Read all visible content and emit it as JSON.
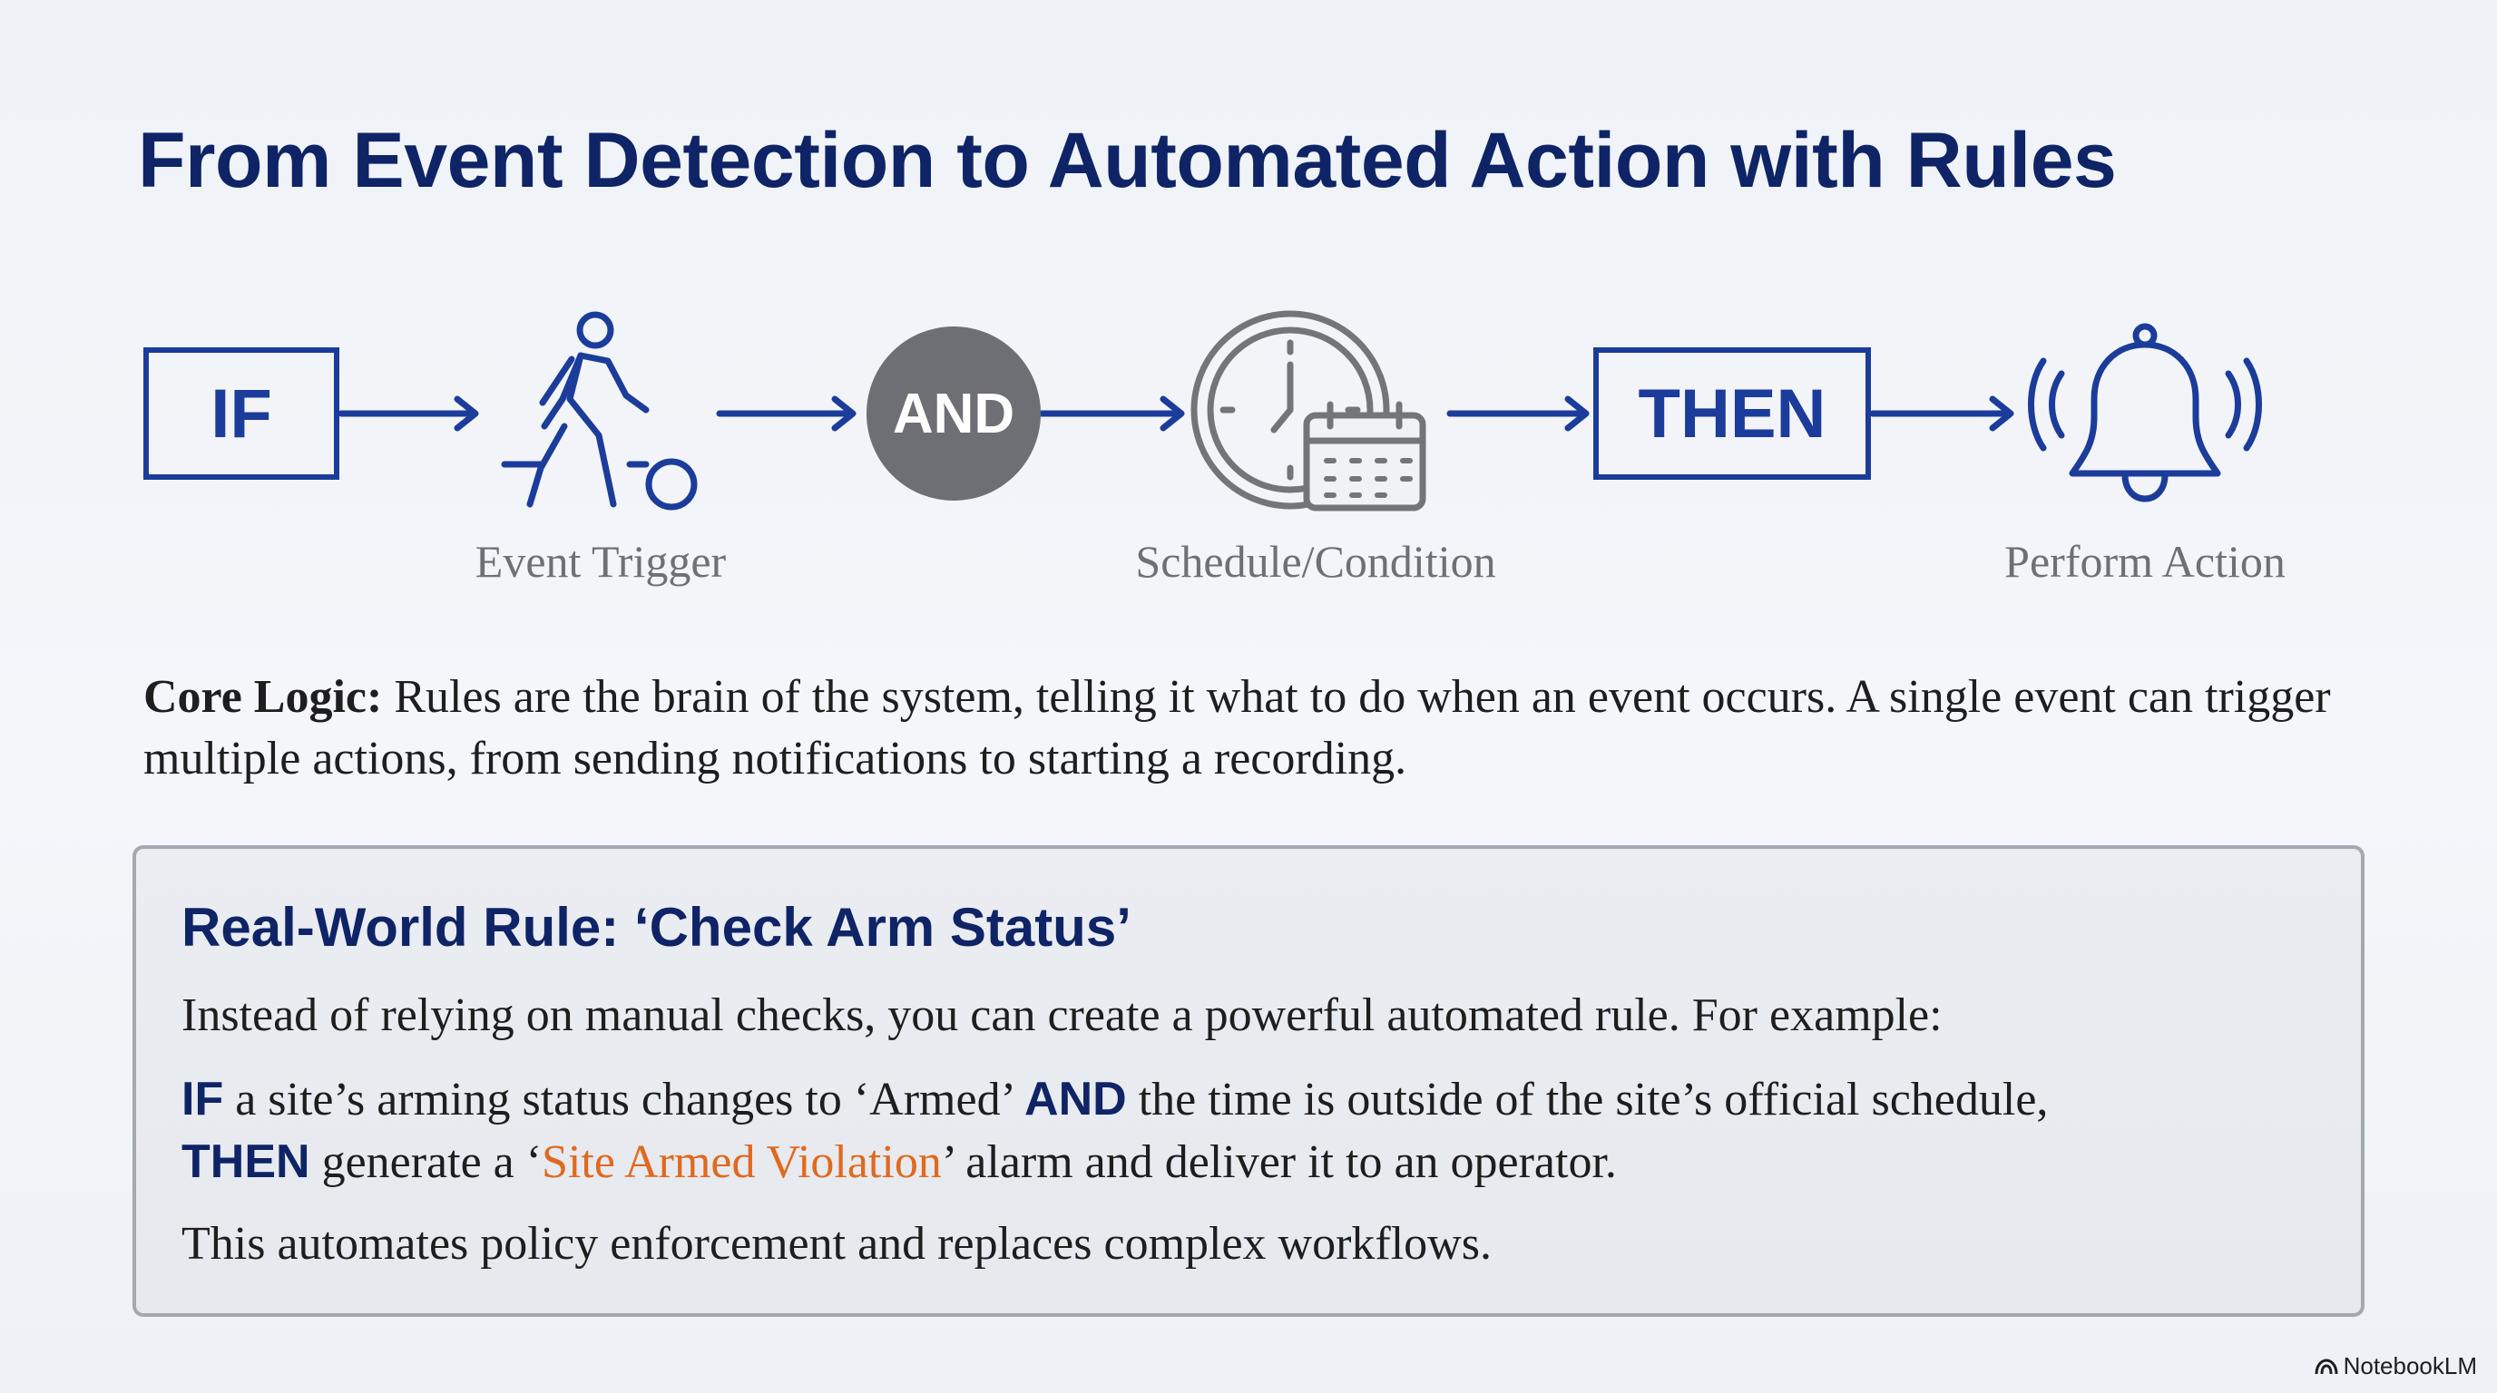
{
  "title": "From Event Detection to Automated Action with Rules",
  "flow": {
    "if_label": "IF",
    "and_label": "AND",
    "then_label": "THEN",
    "captions": {
      "event_trigger": "Event Trigger",
      "schedule_condition": "Schedule/Condition",
      "perform_action": "Perform Action"
    },
    "icons": [
      "walking-person-icon",
      "clock-calendar-icon",
      "ringing-bell-icon",
      "arrow-right-icon"
    ]
  },
  "core_logic": {
    "label": "Core Logic:",
    "text": " Rules are the brain of the system, telling it what to do when an event occurs. A single event can trigger multiple actions, from sending notifications to starting a recording."
  },
  "example": {
    "title": "Real-World Rule: ‘Check Arm Status’",
    "intro": "Instead of relying on manual checks, you can create a powerful automated rule. For example:",
    "kw_if": "IF",
    "part1": " a site’s arming status changes to ‘Armed’ ",
    "kw_and": "AND",
    "part2": " the time is outside of the site’s official schedule,",
    "kw_then": "THEN",
    "part3": " generate a ‘",
    "alarm_name": "Site Armed Violation",
    "part4": "’ alarm and deliver it to an operator.",
    "outro": "This automates policy enforcement and replaces complex workflows."
  },
  "brand": "NotebookLM",
  "colors": {
    "navy": "#0f2466",
    "blue": "#1b3c9a",
    "and_gray": "#6d6f74",
    "icon_gray": "#737579",
    "accent_orange": "#e0691f"
  }
}
